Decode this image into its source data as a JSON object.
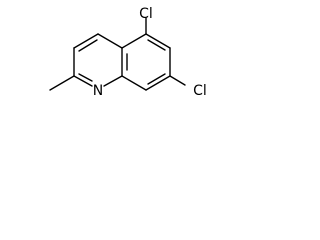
{
  "molecule": {
    "atoms": {
      "cl_top": "Cl",
      "cl_right": "Cl",
      "nitrogen": "N"
    }
  },
  "colors": {
    "stroke": "#000000",
    "background": "#ffffff"
  }
}
